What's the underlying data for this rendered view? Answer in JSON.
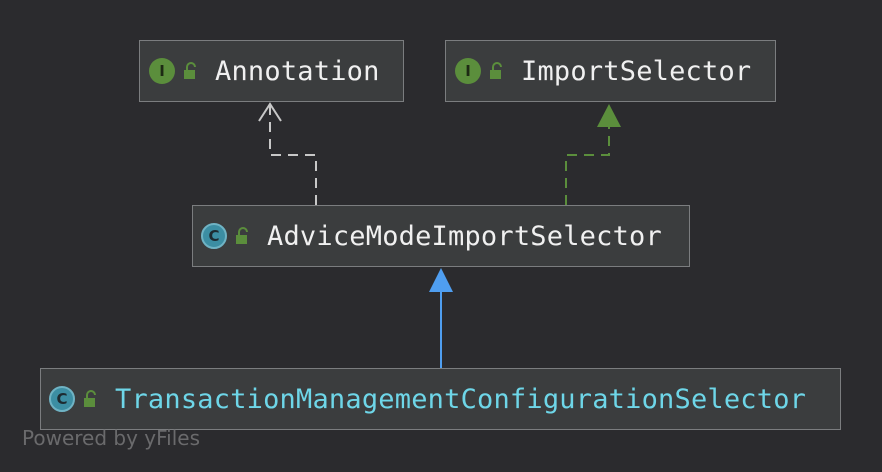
{
  "nodes": {
    "annotation": {
      "kind": "I",
      "label": "Annotation"
    },
    "import_selector": {
      "kind": "I",
      "label": "ImportSelector"
    },
    "advice_mode_import_selector": {
      "kind": "C",
      "label": "AdviceModeImportSelector"
    },
    "transaction_management_configuration_selector": {
      "kind": "C",
      "label": "TransactionManagementConfigurationSelector"
    }
  },
  "edges": [
    {
      "from": "advice_mode_import_selector",
      "to": "annotation",
      "style": "dashed",
      "color": "#c8c8c8"
    },
    {
      "from": "advice_mode_import_selector",
      "to": "import_selector",
      "style": "dashed",
      "color": "#5b8e3c"
    },
    {
      "from": "transaction_management_configuration_selector",
      "to": "advice_mode_import_selector",
      "style": "solid",
      "color": "#4f9ef0"
    }
  ],
  "footer": "Powered by yFiles"
}
